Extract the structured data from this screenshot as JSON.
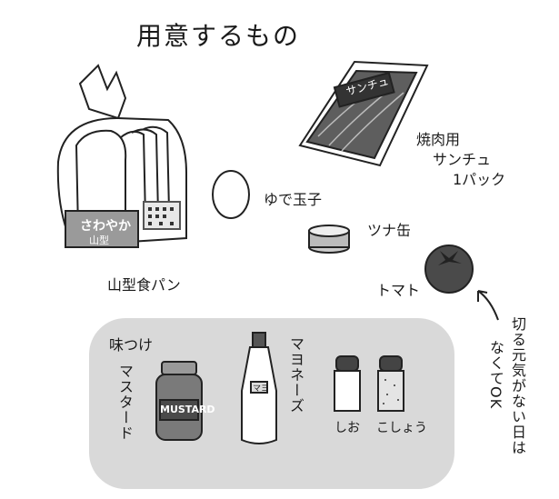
{
  "title": "用意するもの",
  "items": {
    "bread": {
      "label": "山型食パン",
      "bag_brand": "さわやか",
      "bag_type": "山型"
    },
    "lettuce": {
      "pack_label": "サンチュ",
      "label_line1": "焼肉用",
      "label_line2": "サンチュ",
      "label_line3": "1パック"
    },
    "egg": {
      "label": "ゆで玉子"
    },
    "tuna": {
      "label": "ツナ缶"
    },
    "tomato": {
      "label": "トマト"
    }
  },
  "seasoning": {
    "heading": "味つけ",
    "mustard": {
      "label": "マスタード",
      "jar_text": "MUSTARD"
    },
    "mayo": {
      "label": "マヨネーズ",
      "bottle_text": "マヨ"
    },
    "salt": {
      "label": "しお"
    },
    "pepper": {
      "label": "こしょう"
    }
  },
  "note": {
    "col1": "切る元気がない日は",
    "col2": "なくてOK"
  },
  "colors": {
    "panel": "#d9d9d9",
    "ink": "#1a1a1a",
    "tomato": "#4a4a4a",
    "lettuce": "#5e5e5e"
  }
}
